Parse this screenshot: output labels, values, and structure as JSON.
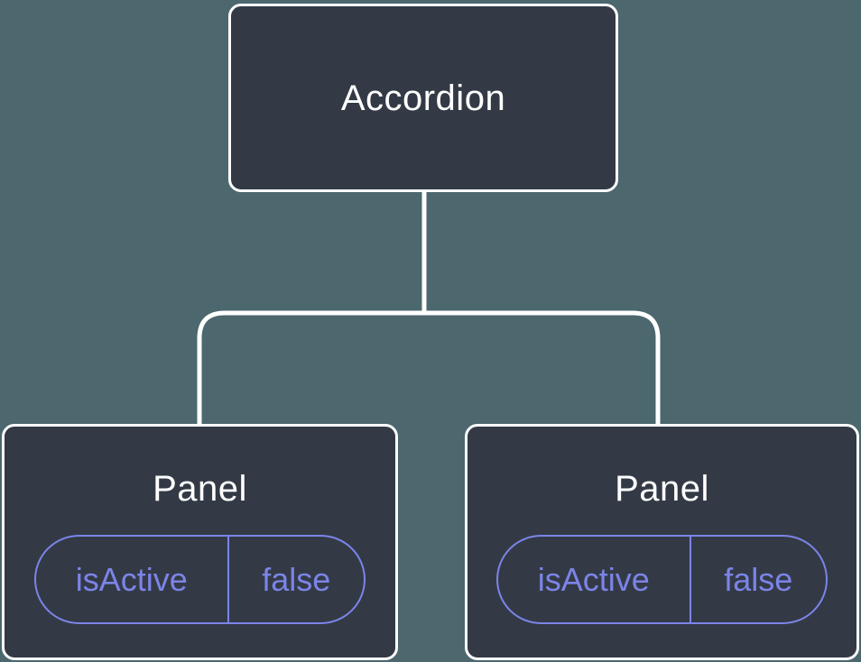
{
  "colors": {
    "background": "#4C676E",
    "node-bg": "#333A46",
    "node-border": "#FFFFFF",
    "connector": "#FFFFFF",
    "title": "#FFFFFF",
    "accent": "#7C84E8"
  },
  "diagram": {
    "type": "component-tree",
    "root": {
      "label": "Accordion"
    },
    "children": [
      {
        "label": "Panel",
        "state": {
          "key": "isActive",
          "value": "false"
        }
      },
      {
        "label": "Panel",
        "state": {
          "key": "isActive",
          "value": "false"
        }
      }
    ]
  }
}
